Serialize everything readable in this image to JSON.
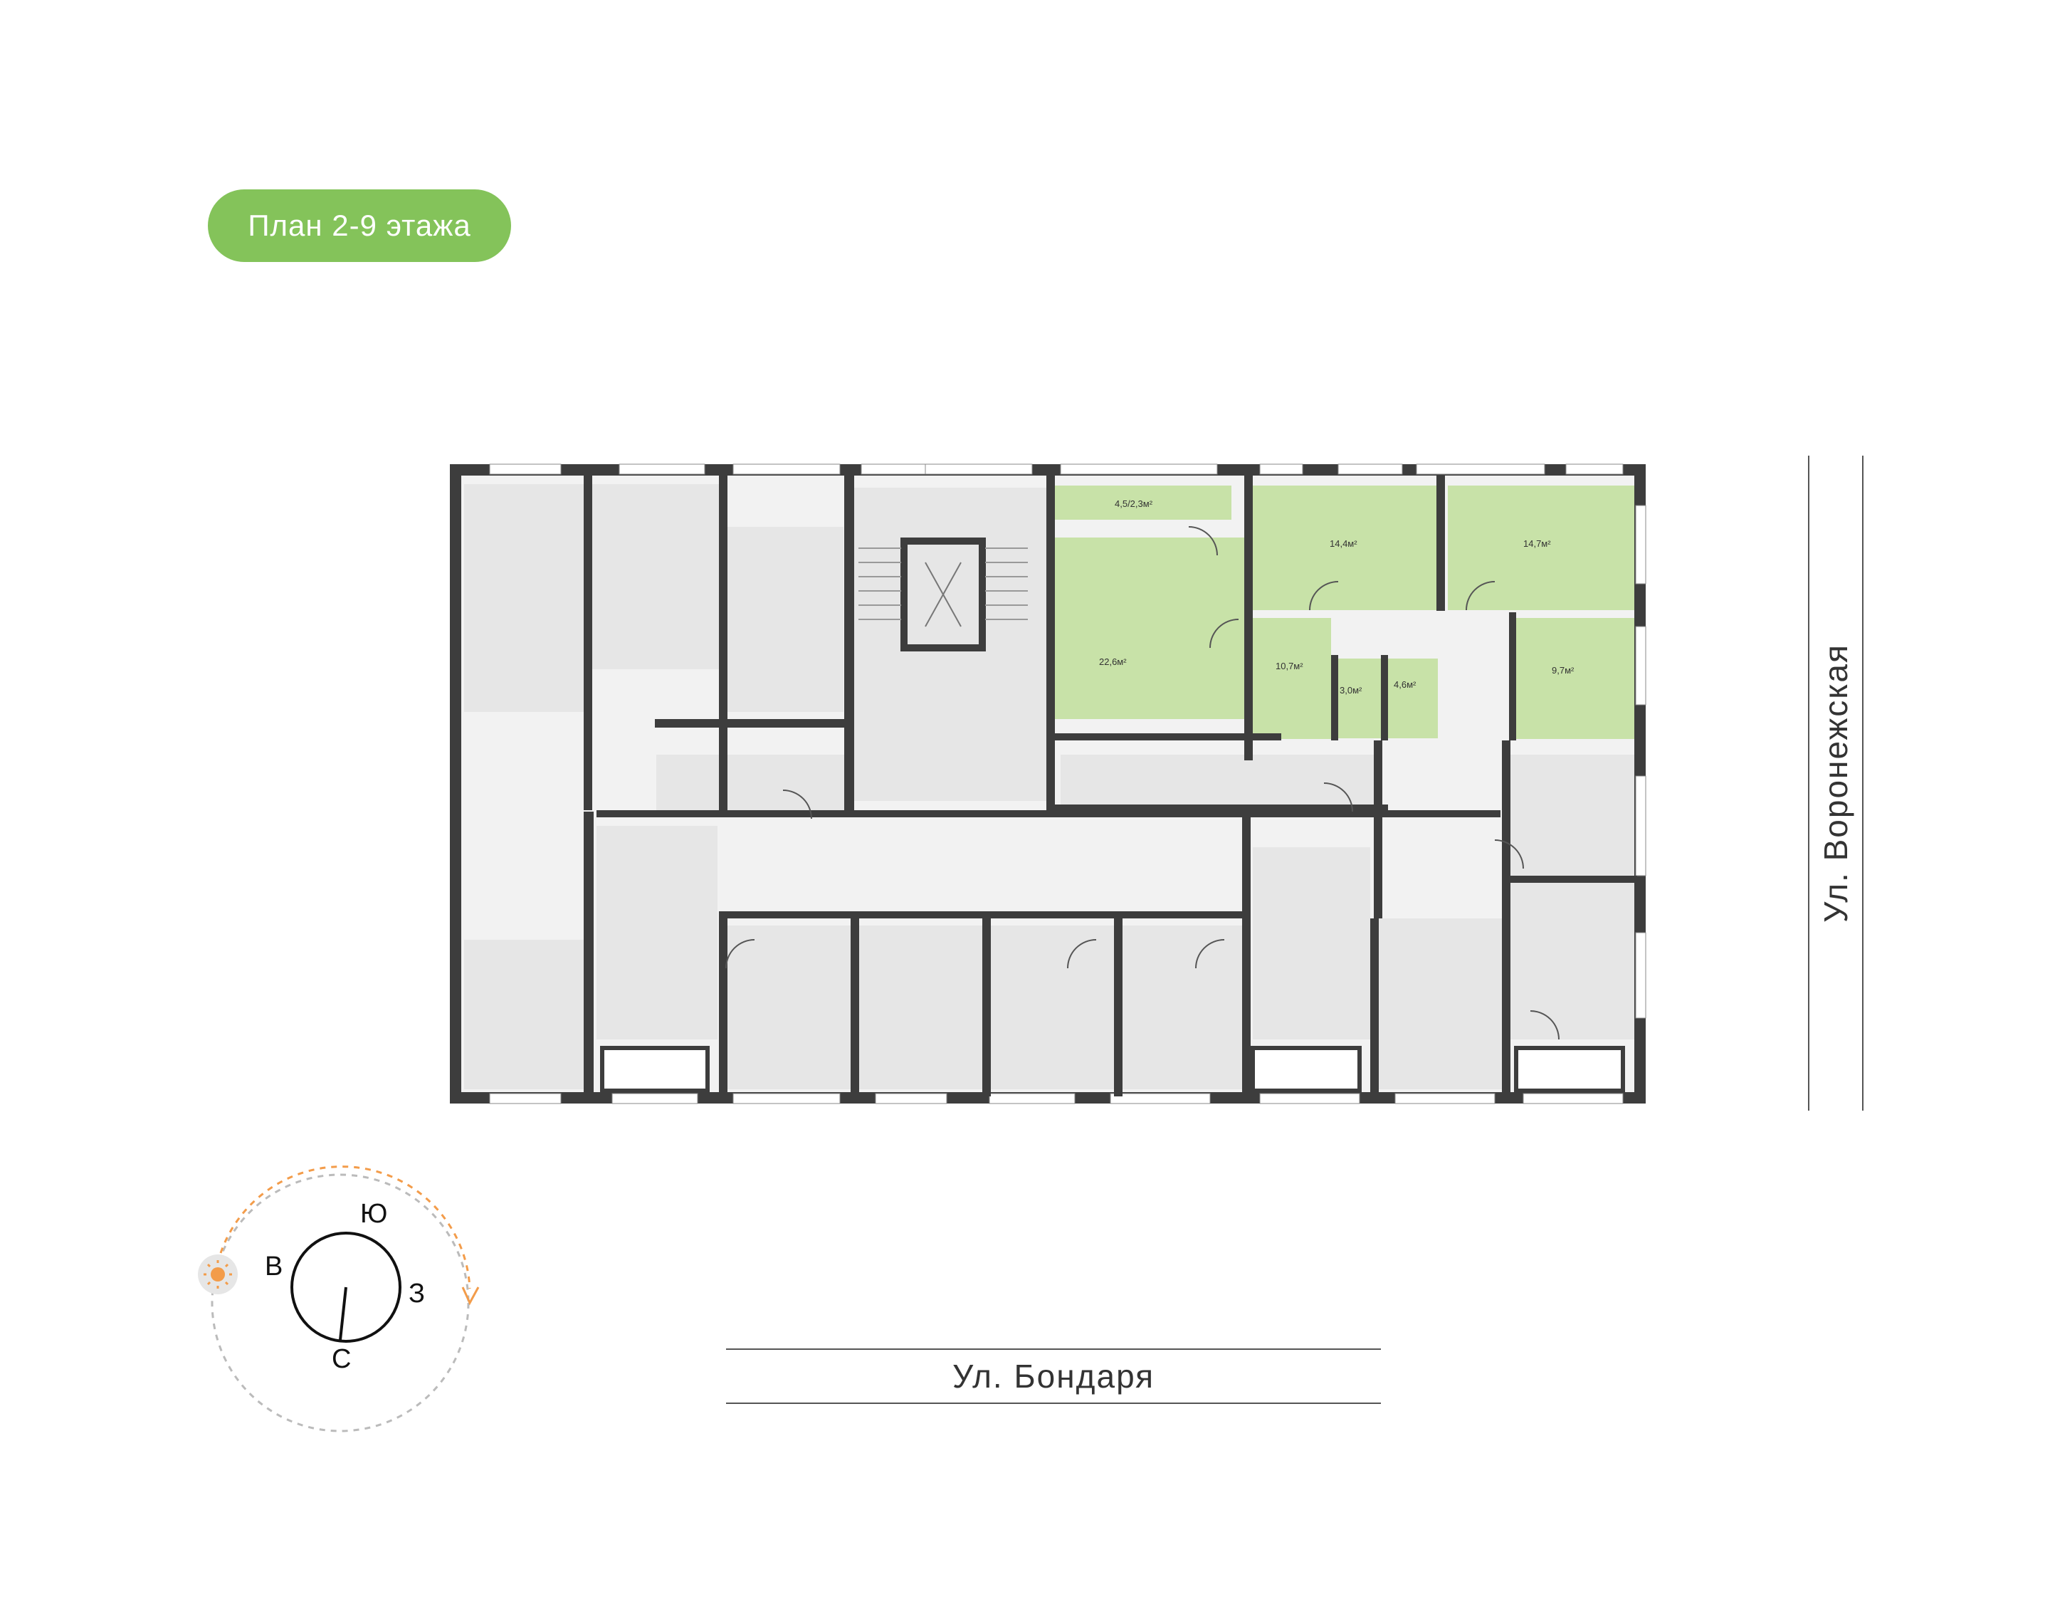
{
  "floor_badge": "План 2-9 этажа",
  "streets": {
    "east": "Ул. Воронежская",
    "south": "Ул. Бондаря"
  },
  "compass": {
    "south": "Ю",
    "east": "В",
    "west": "З",
    "north": "С",
    "sun_icon": "sun-icon"
  },
  "rooms": {
    "balcony": "4,5/2,3м²",
    "bedroom1": "14,4м²",
    "bedroom2": "14,7м²",
    "living": "22,6м²",
    "hall": "10,7м²",
    "bath1": "3,0м²",
    "bath2": "4,6м²",
    "bedroom3": "9,7м²"
  },
  "colors": {
    "badge": "#84c35a",
    "selected_apartment": "#c8e2a8",
    "wall": "#3d3d3d",
    "room": "#e6e6e6",
    "sun": "#f39c4a"
  }
}
